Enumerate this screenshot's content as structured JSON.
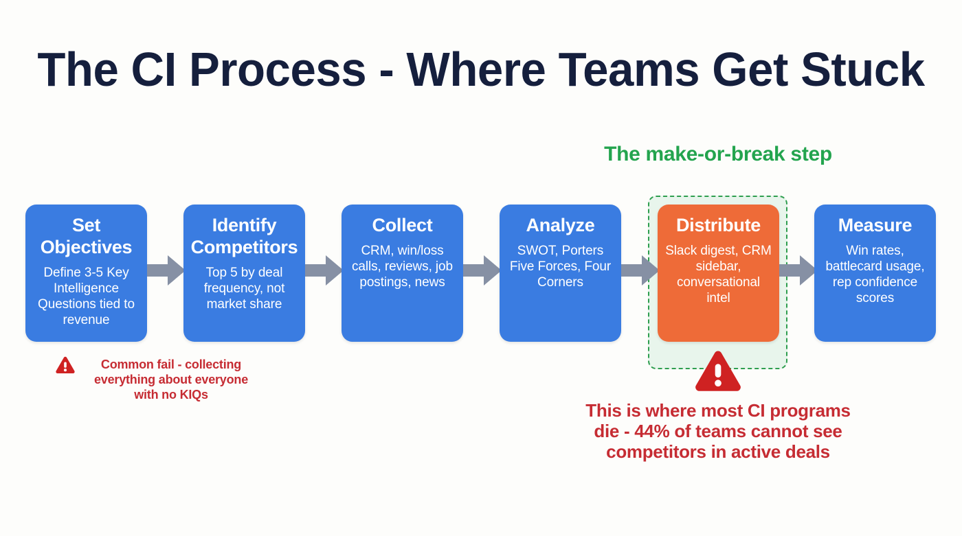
{
  "page": {
    "title": "The CI Process - Where Teams Get Stuck",
    "background_color": "#fdfdfb",
    "title_color": "#151f3d"
  },
  "colors": {
    "node_blue": "#3a7ce1",
    "node_highlight_orange": "#ee6b38",
    "arrow_gray": "#8690a4",
    "warning_red": "#c62c33",
    "callout_green": "#23a44e",
    "highlight_frame_bg": "#e8f5ec",
    "highlight_frame_border": "#2e9e4f"
  },
  "flow": {
    "steps": [
      {
        "id": "set-objectives",
        "title": "Set Objectives",
        "description": "Define 3-5 Key Intelligence Questions tied to revenue",
        "highlighted": false
      },
      {
        "id": "identify-competitors",
        "title": "Identify Competitors",
        "description": "Top 5 by deal frequency, not market share",
        "highlighted": false
      },
      {
        "id": "collect",
        "title": "Collect",
        "description": "CRM, win/loss calls, reviews, job postings, news",
        "highlighted": false
      },
      {
        "id": "analyze",
        "title": "Analyze",
        "description": "SWOT, Porters Five Forces, Four Corners",
        "highlighted": false
      },
      {
        "id": "distribute",
        "title": "Distribute",
        "description": "Slack digest, CRM sidebar, conversational intel",
        "highlighted": true
      },
      {
        "id": "measure",
        "title": "Measure",
        "description": "Win rates, battlecard usage, rep confidence scores",
        "highlighted": false
      }
    ],
    "connector_icon": "right-arrow-icon",
    "connector_count": 5
  },
  "callouts": {
    "green": {
      "text": "The make-or-break step",
      "target_step": "distribute"
    },
    "warning_left": {
      "icon": "warning-triangle-icon",
      "text": "Common fail - collecting everything about everyone with no KIQs",
      "target_step": "set-objectives"
    },
    "warning_bottom": {
      "icon": "warning-triangle-icon",
      "text": "This is where most CI programs die - 44% of teams cannot see competitors in active deals",
      "target_step": "distribute",
      "stat": "44%"
    }
  }
}
